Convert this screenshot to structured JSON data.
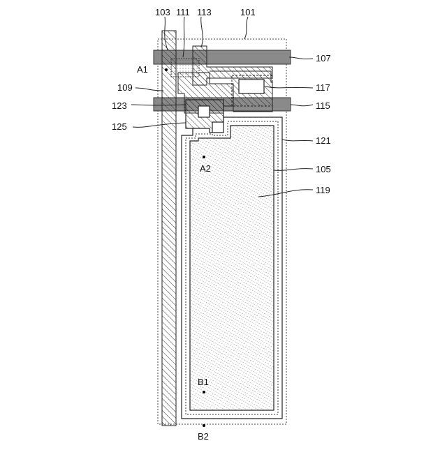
{
  "labels": {
    "l103": "103",
    "l111": "111",
    "l113": "113",
    "l101": "101",
    "l107": "107",
    "lA1": "A1",
    "l109": "109",
    "l117": "117",
    "l123": "123",
    "l115": "115",
    "l125": "125",
    "l121": "121",
    "lA2": "A2",
    "l105": "105",
    "l119": "119",
    "lB1": "B1",
    "lB2": "B2"
  }
}
